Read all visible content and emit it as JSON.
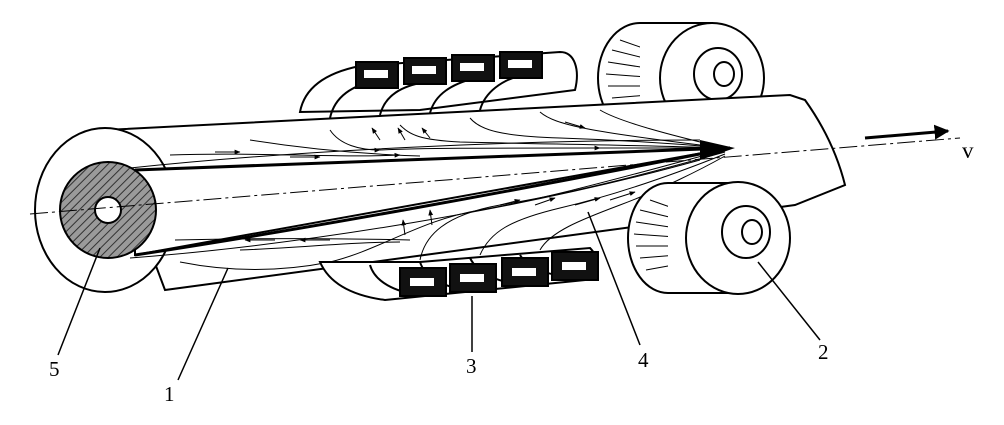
{
  "labels": {
    "part_1": "1",
    "part_2": "2",
    "part_3": "3",
    "part_4": "4",
    "part_5": "5",
    "velocity": "v"
  },
  "colors": {
    "ink": "#000000",
    "paper": "#ffffff",
    "hatch_fill": "#8a8a8a"
  }
}
